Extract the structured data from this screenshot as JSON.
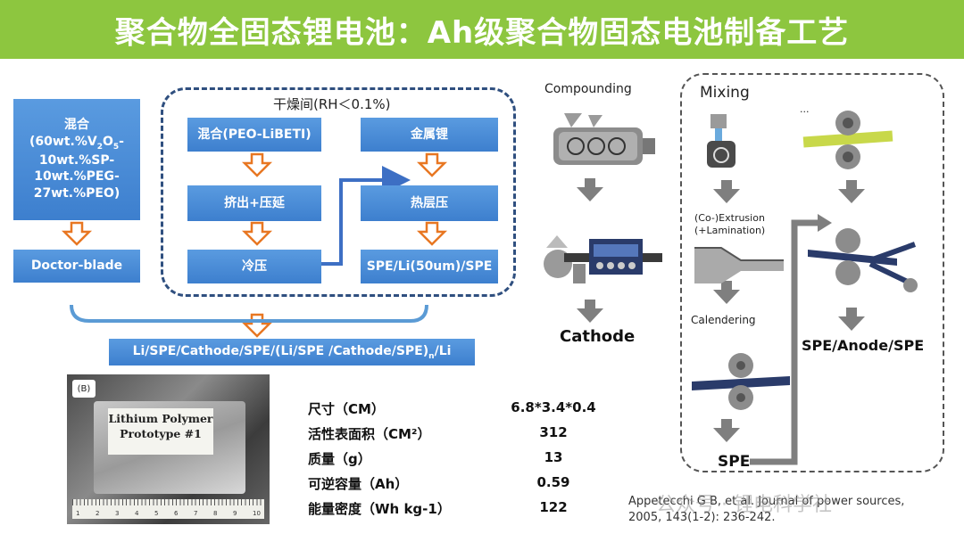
{
  "title": "聚合物全固态锂电池：Ah级聚合物固态电池制备工艺",
  "left_flow": {
    "mix_box": {
      "line1": "混合",
      "line2": "(60wt.%V",
      "sub2": "2",
      "line2b": "O",
      "sub2b": "5",
      "line2c": "-",
      "line3": "10wt.%SP-",
      "line4": "10wt.%PEG-",
      "line5": "27wt.%PEO)"
    },
    "doctor_blade": "Doctor-blade",
    "dry_room_label": "干燥间(RH＜0.1%)",
    "mix_peo": "混合(PEO-LiBETI)",
    "extrude": "挤出+压延",
    "cold_press": "冷压",
    "li_metal": "金属锂",
    "hot_laminate": "热层压",
    "spe_li_spe": "SPE/Li(50um)/SPE",
    "stack_main": "Li/SPE/Cathode/SPE/(Li/SPE /Cathode/SPE)",
    "stack_sub": "n",
    "stack_end": "/Li"
  },
  "right_flow": {
    "compounding": "Compounding",
    "cathode": "Cathode",
    "mixing": "Mixing",
    "ellipsis": "...",
    "extrusion": "(Co-)Extrusion",
    "lamination": "(+Lamination)",
    "calendering": "Calendering",
    "spe": "SPE",
    "spe_anode_spe": "SPE/Anode/SPE"
  },
  "photo": {
    "tag": "(B)",
    "label_line1": "Lithium Polymer",
    "label_line2": "Prototype #1",
    "ruler_ticks": [
      "1",
      "2",
      "3",
      "4",
      "5",
      "6",
      "7",
      "8",
      "9",
      "10"
    ]
  },
  "specs": [
    {
      "key": "尺寸（CM）",
      "value": "6.8*3.4*0.4"
    },
    {
      "key": "活性表面积（CM²）",
      "value": "312"
    },
    {
      "key": "质量（g）",
      "value": "13"
    },
    {
      "key": "可逆容量（Ah）",
      "value": "0.59"
    },
    {
      "key": "能量密度（Wh kg-1）",
      "value": "122"
    }
  ],
  "reference": {
    "line1": "Appetecchi G B, et al. Journal of power sources,",
    "line2": "2005, 143(1-2): 236-242."
  },
  "watermark": "公众号 · 锂电科学社",
  "colors": {
    "banner": "#8dc63f",
    "box": "#4a8ad8",
    "arrow_orange": "#e87722",
    "dashed_border": "#2f4f7f",
    "machine_gray": "#7f7f7f"
  }
}
